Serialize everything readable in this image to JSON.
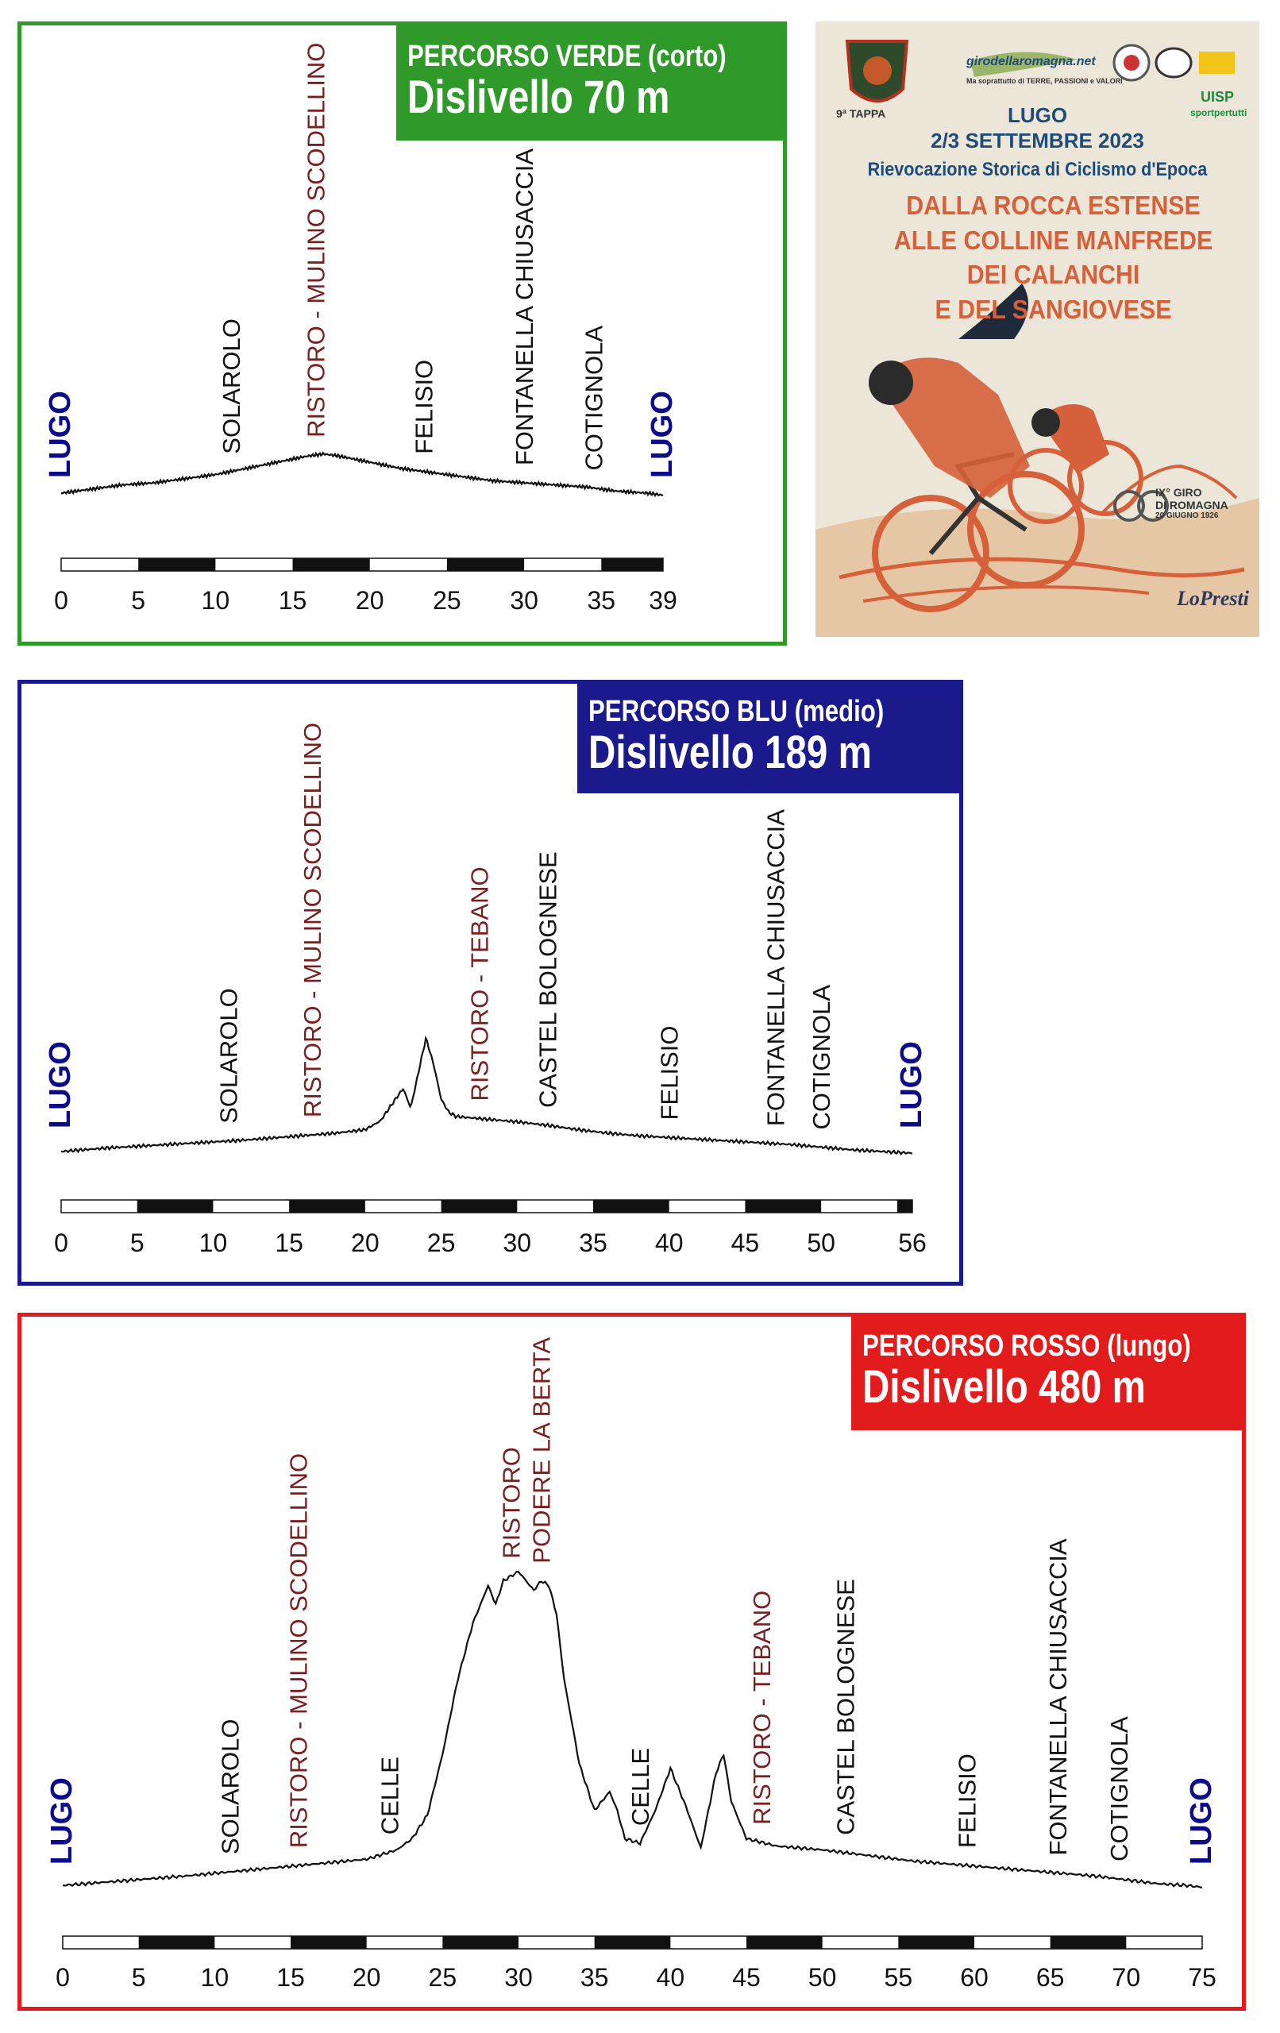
{
  "panels": {
    "verde": {
      "title": "PERCORSO VERDE (corto)",
      "subtitle": "Dislivello 70 m"
    },
    "blu": {
      "title": "PERCORSO BLU (medio)",
      "subtitle": "Dislivello 189 m"
    },
    "rosso": {
      "title": "PERCORSO ROSSO (lungo)",
      "subtitle": "Dislivello 480 m"
    }
  },
  "poster": {
    "logo_text": "girodellaromagna.net",
    "logo_tagline": "Ma soprattutto di TERRE, PASSIONI e VALORI",
    "tappa": "9ª TAPPA",
    "uisp": "UISP",
    "uisp_sub": "sportpertutti",
    "city": "LUGO",
    "dates": "2/3 SETTEMBRE 2023",
    "subtitle": "Rievocazione Storica di Ciclismo d'Epoca",
    "headline": [
      "DALLA ROCCA ESTENSE",
      "ALLE COLLINE MANFREDE",
      "DEI CALANCHI",
      "E DEL SANGIOVESE"
    ],
    "caption": [
      "IX° GIRO",
      "DI ROMAGNA",
      "20 GIUGNO 1926"
    ],
    "signature": "LoPresti"
  },
  "chart_data": [
    {
      "type": "line",
      "title": "PERCORSO VERDE (corto)",
      "subtitle": "Dislivello 70 m",
      "xlabel": "",
      "ylabel": "",
      "xlim": [
        0,
        39
      ],
      "x_ticks": [
        0,
        5,
        10,
        15,
        20,
        25,
        30,
        35,
        39
      ],
      "series": [
        {
          "x": [
            0,
            2,
            4,
            6,
            8,
            10,
            12,
            14,
            16,
            17,
            18,
            20,
            22,
            24,
            26,
            28,
            30,
            32,
            34,
            35,
            36,
            38,
            39
          ],
          "y": [
            10,
            12,
            14,
            15,
            17,
            19,
            22,
            25,
            28,
            29,
            28,
            25,
            22,
            20,
            18,
            16,
            15,
            14,
            13,
            12,
            11,
            10,
            9
          ]
        }
      ],
      "labels": [
        {
          "text": "LUGO",
          "km": 0,
          "kind": "endpoint"
        },
        {
          "text": "SOLAROLO",
          "km": 11,
          "kind": "place"
        },
        {
          "text": "RISTORO - MULINO SCODELLINO",
          "km": 16.5,
          "kind": "ristoro"
        },
        {
          "text": "FELISIO",
          "km": 23.5,
          "kind": "place"
        },
        {
          "text": "FONTANELLA  CHIUSACCIA",
          "km": 30,
          "kind": "place"
        },
        {
          "text": "COTIGNOLA",
          "km": 34.5,
          "kind": "place"
        },
        {
          "text": "LUGO",
          "km": 39,
          "kind": "endpoint"
        }
      ]
    },
    {
      "type": "line",
      "title": "PERCORSO BLU (medio)",
      "subtitle": "Dislivello 189 m",
      "xlabel": "",
      "ylabel": "",
      "xlim": [
        0,
        56
      ],
      "x_ticks": [
        0,
        5,
        10,
        15,
        20,
        25,
        30,
        35,
        40,
        45,
        50,
        56
      ],
      "series": [
        {
          "x": [
            0,
            3,
            6,
            9,
            12,
            15,
            18,
            20,
            21,
            22,
            22.5,
            23,
            23.5,
            24,
            24.5,
            25,
            25.5,
            26,
            28,
            30,
            32,
            34,
            36,
            38,
            40,
            42,
            44,
            46,
            48,
            50,
            52,
            54,
            56
          ],
          "y": [
            10,
            14,
            17,
            20,
            23,
            27,
            31,
            35,
            45,
            70,
            82,
            60,
            100,
            140,
            110,
            70,
            55,
            50,
            47,
            44,
            40,
            35,
            31,
            28,
            26,
            24,
            22,
            20,
            18,
            15,
            12,
            10,
            8
          ]
        }
      ],
      "labels": [
        {
          "text": "LUGO",
          "km": 0,
          "kind": "endpoint"
        },
        {
          "text": "SOLAROLO",
          "km": 11,
          "kind": "place"
        },
        {
          "text": "RISTORO - MULINO SCODELLINO",
          "km": 16.5,
          "kind": "ristoro"
        },
        {
          "text": "RISTORO - TEBANO",
          "km": 27.5,
          "kind": "ristoro"
        },
        {
          "text": "CASTEL BOLOGNESE",
          "km": 32,
          "kind": "place"
        },
        {
          "text": "FELISIO",
          "km": 40,
          "kind": "place"
        },
        {
          "text": "FONTANELLA  CHIUSACCIA",
          "km": 47,
          "kind": "place"
        },
        {
          "text": "COTIGNOLA",
          "km": 50,
          "kind": "place"
        },
        {
          "text": "LUGO",
          "km": 56,
          "kind": "endpoint"
        }
      ]
    },
    {
      "type": "line",
      "title": "PERCORSO ROSSO (lungo)",
      "subtitle": "Dislivello 480 m",
      "xlabel": "",
      "ylabel": "",
      "xlim": [
        0,
        75
      ],
      "x_ticks": [
        0,
        5,
        10,
        15,
        20,
        25,
        30,
        35,
        40,
        45,
        50,
        55,
        60,
        65,
        70,
        75
      ],
      "series": [
        {
          "x": [
            0,
            4,
            8,
            12,
            16,
            20,
            22,
            23,
            24,
            25,
            26,
            27,
            28,
            28.5,
            29,
            30,
            31,
            31.5,
            32,
            32.5,
            33,
            34,
            35,
            36,
            36.5,
            37,
            38,
            39,
            40,
            41,
            42,
            43,
            43.5,
            44,
            45,
            47,
            50,
            53,
            56,
            59,
            62,
            65,
            68,
            70,
            72,
            74,
            75
          ],
          "y": [
            10,
            15,
            20,
            26,
            32,
            38,
            48,
            60,
            85,
            150,
            230,
            290,
            330,
            310,
            335,
            345,
            325,
            335,
            330,
            300,
            230,
            140,
            90,
            110,
            90,
            60,
            55,
            90,
            135,
            95,
            50,
            130,
            150,
            100,
            60,
            52,
            48,
            42,
            36,
            32,
            28,
            24,
            20,
            16,
            12,
            10,
            8
          ]
        }
      ],
      "labels": [
        {
          "text": "LUGO",
          "km": 0,
          "kind": "endpoint"
        },
        {
          "text": "SOLAROLO",
          "km": 11,
          "kind": "place"
        },
        {
          "text": "RISTORO - MULINO SCODELLINO",
          "km": 15.5,
          "kind": "ristoro"
        },
        {
          "text": "CELLE",
          "km": 21.5,
          "kind": "place"
        },
        {
          "text": "RISTORO",
          "km": 29.5,
          "kind": "ristoro"
        },
        {
          "text": "PODERE LA BERTA",
          "km": 31.5,
          "kind": "ristoro"
        },
        {
          "text": "CELLE",
          "km": 38,
          "kind": "place"
        },
        {
          "text": "RISTORO - TEBANO",
          "km": 46,
          "kind": "ristoro"
        },
        {
          "text": "CASTEL BOLOGNESE",
          "km": 51.5,
          "kind": "place"
        },
        {
          "text": "FELISIO",
          "km": 59.5,
          "kind": "place"
        },
        {
          "text": "FONTANELLA  CHIUSACCIA",
          "km": 65.5,
          "kind": "place"
        },
        {
          "text": "COTIGNOLA",
          "km": 69.5,
          "kind": "place"
        },
        {
          "text": "LUGO",
          "km": 75,
          "kind": "endpoint"
        }
      ]
    }
  ]
}
